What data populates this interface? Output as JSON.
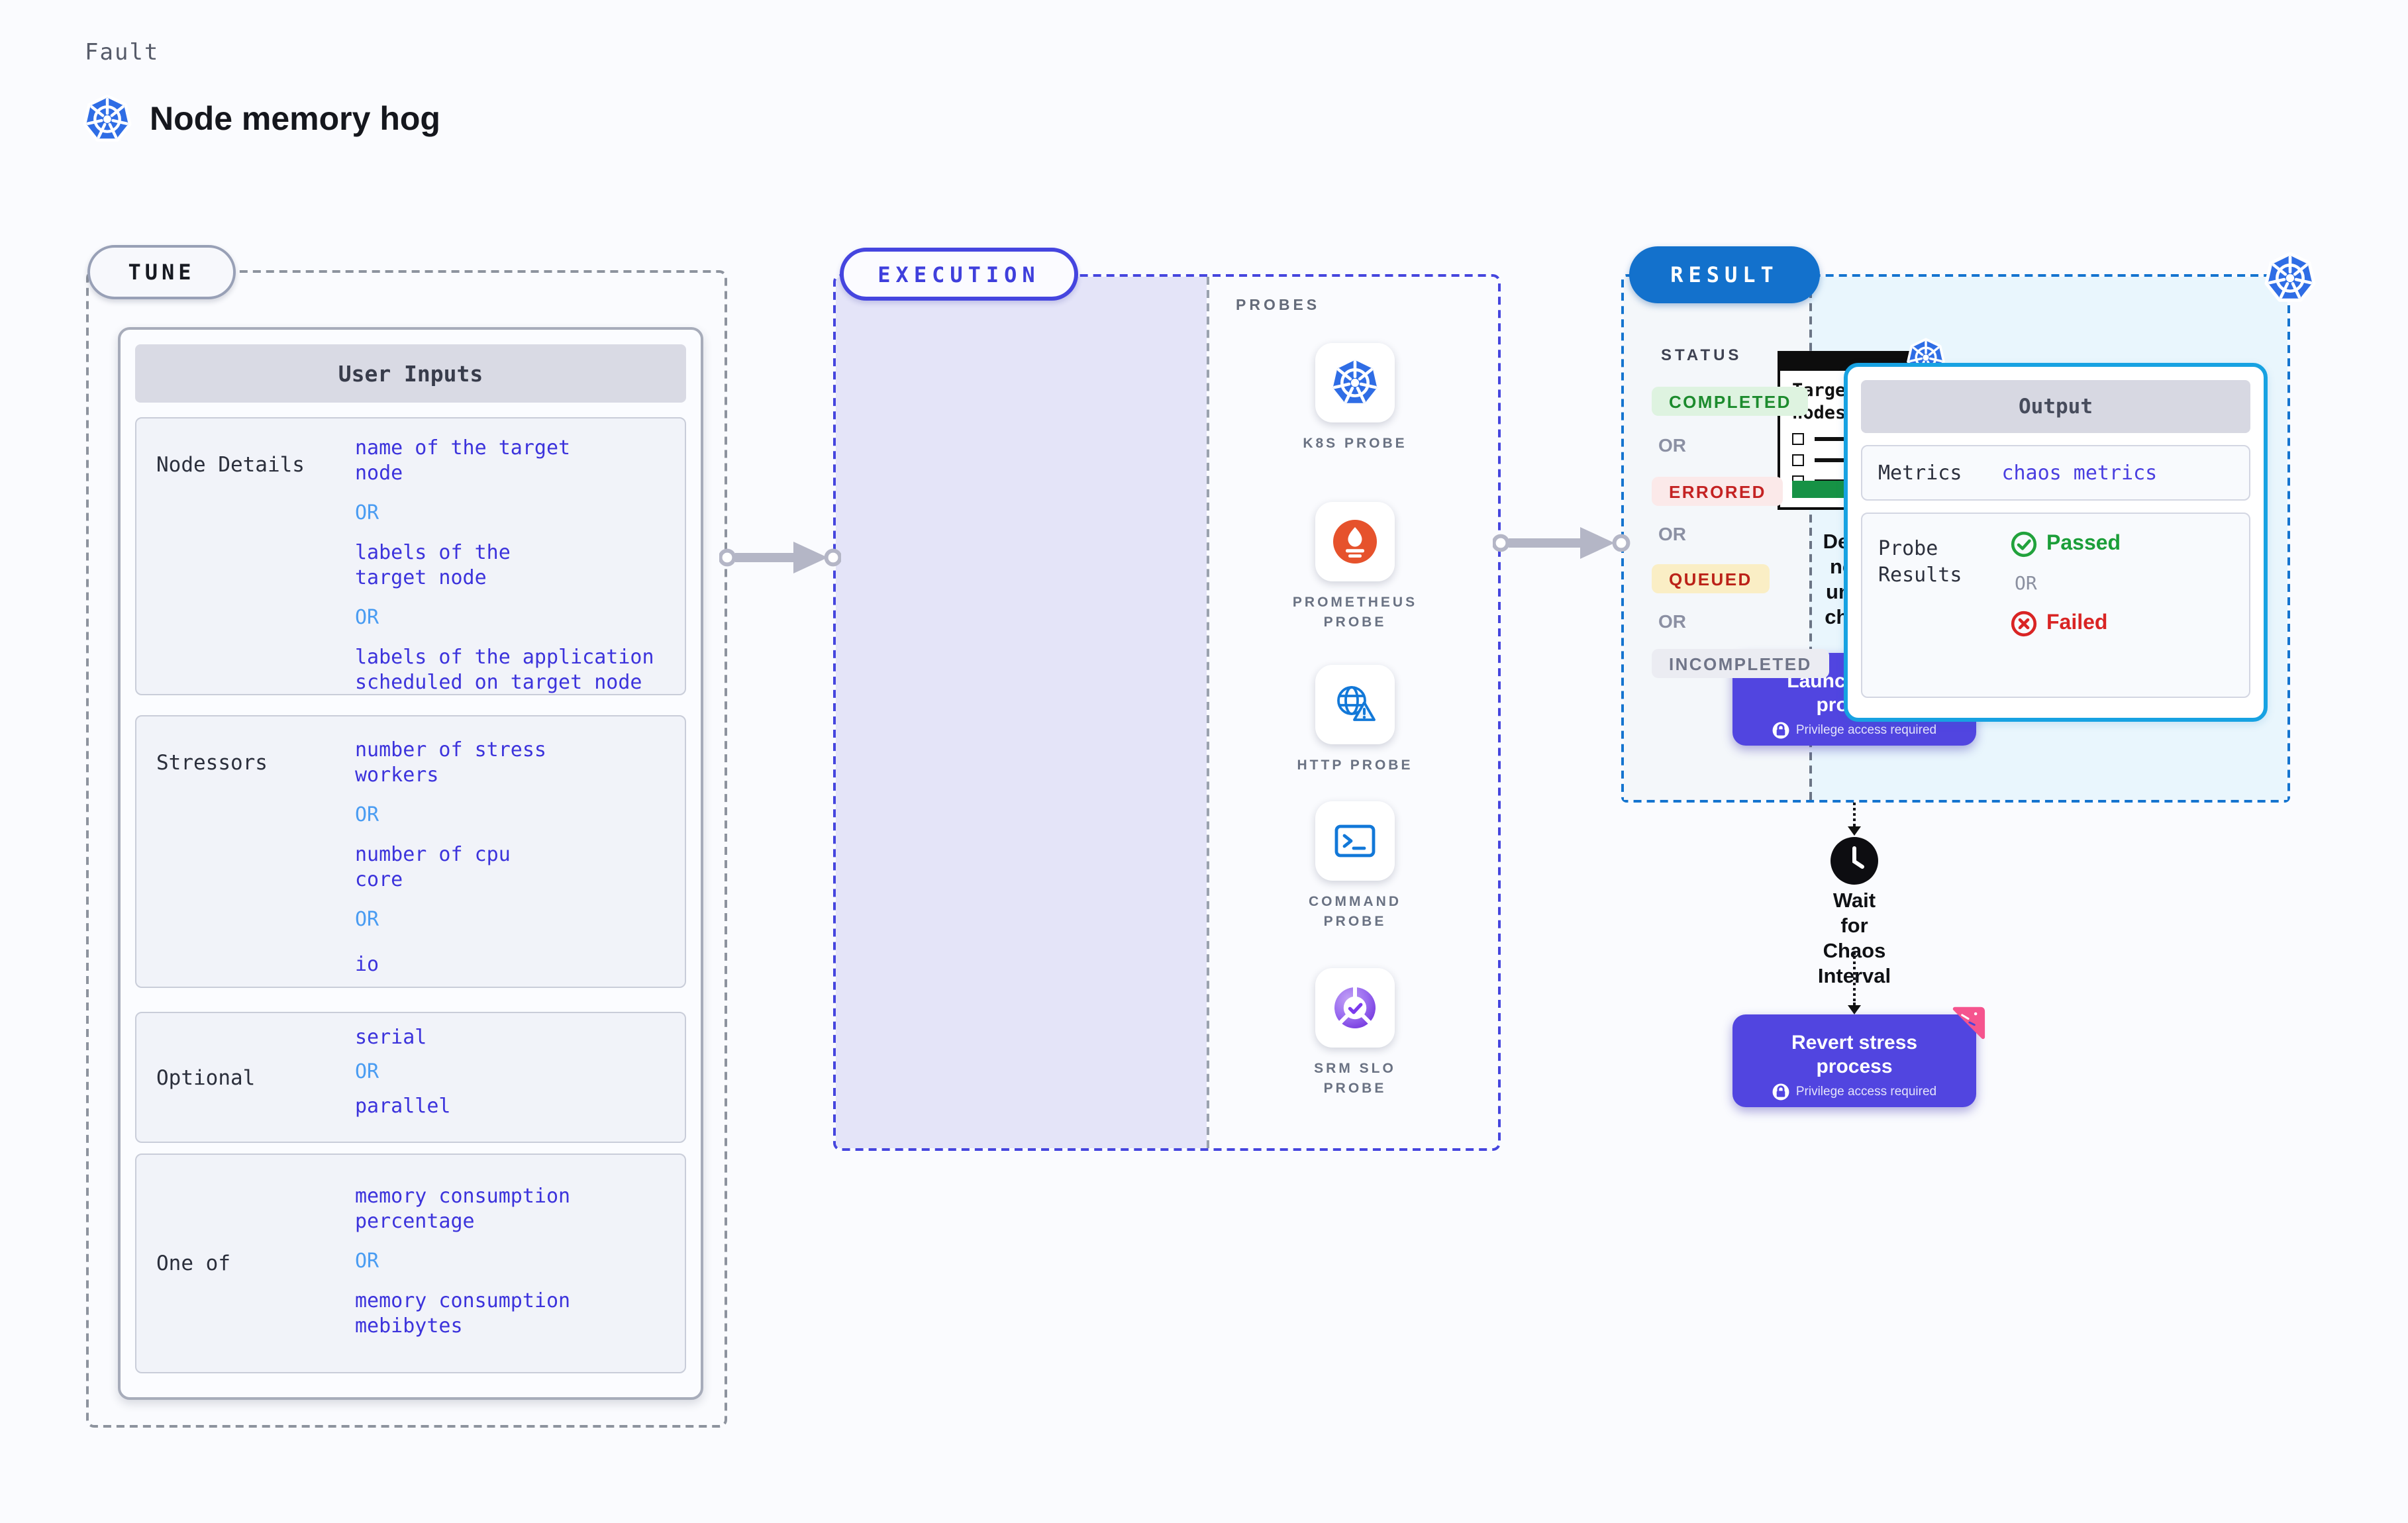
{
  "header": {
    "kicker": "Fault",
    "title": "Node memory hog"
  },
  "tune": {
    "badge": "TUNE",
    "card_title": "User Inputs",
    "or_label": "OR",
    "rows": [
      {
        "label": "Node Details",
        "values": [
          "name of the target\nnode",
          "labels of the\ntarget node",
          "labels of the application\n scheduled on target node"
        ]
      },
      {
        "label": "Stressors",
        "values": [
          "number of stress\nworkers",
          "number of cpu\ncore",
          "io"
        ]
      },
      {
        "label": "Optional",
        "values": [
          "serial",
          "parallel"
        ]
      },
      {
        "label": "One of",
        "values": [
          "memory consumption\npercentage",
          "memory consumption\nmebibytes"
        ]
      }
    ]
  },
  "execution": {
    "badge": "EXECUTION",
    "target_card_title": "Target\nnodes",
    "steps": {
      "derive": "Derive node under\nchaos",
      "launch": "Launch stress\nprocess",
      "privilege": "Privilege access required",
      "wait": "Wait for Chaos\nInterval",
      "revert": "Revert stress\nprocess"
    },
    "probes_label": "PROBES",
    "probes": [
      {
        "name": "K8S PROBE",
        "icon": "kubernetes-icon"
      },
      {
        "name": "PROMETHEUS\nPROBE",
        "icon": "prometheus-icon"
      },
      {
        "name": "HTTP PROBE",
        "icon": "globe-warning-icon"
      },
      {
        "name": "COMMAND\nPROBE",
        "icon": "terminal-icon"
      },
      {
        "name": "SRM SLO\nPROBE",
        "icon": "slo-donut-check-icon"
      }
    ]
  },
  "result": {
    "badge": "RESULT",
    "status_label": "STATUS",
    "or_label": "OR",
    "statuses": [
      {
        "label": "COMPLETED",
        "bg": "#def3e0",
        "color": "#1c8b2d"
      },
      {
        "label": "ERRORED",
        "bg": "#fbe9e9",
        "color": "#c42222"
      },
      {
        "label": "QUEUED",
        "bg": "#faeec5",
        "color": "#bb2218"
      },
      {
        "label": "INCOMPLETED",
        "bg": "#ebecf2",
        "color": "#6f7488"
      }
    ],
    "output": {
      "title": "Output",
      "metrics_label": "Metrics",
      "metrics_value": "chaos metrics",
      "probe_results_label": "Probe\nResults",
      "passed_label": "Passed",
      "or_label": "OR",
      "failed_label": "Failed"
    }
  },
  "colors": {
    "kubernetes_blue": "#2f6de5",
    "execution_accent": "#4545de",
    "button_purple": "#5145e0",
    "pink_flag": "#f5548e",
    "result_accent": "#1474cf",
    "output_border": "#17a2e2",
    "value_blue": "#3c33dc",
    "or_blue": "#4a9cf2",
    "passed_green": "#1b9e39",
    "failed_red": "#d92424",
    "prometheus_orange": "#e6522c",
    "target_green": "#169245"
  }
}
